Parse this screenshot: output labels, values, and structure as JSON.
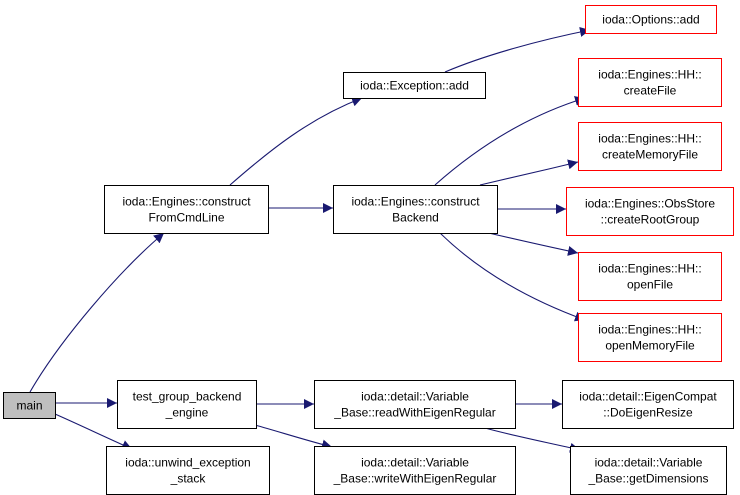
{
  "diagram": {
    "colors": {
      "edge": "#191970",
      "border_normal": "#000000",
      "border_external": "#ff0000",
      "fill_normal": "#ffffff",
      "fill_root": "#bfbfbf",
      "text": "#000000"
    },
    "nodes": [
      {
        "id": "main",
        "lines": [
          "main"
        ],
        "kind": "root"
      },
      {
        "id": "construct_from_cmdline",
        "lines": [
          "ioda::Engines::construct",
          "FromCmdLine"
        ],
        "kind": "normal"
      },
      {
        "id": "test_group_backend_engine",
        "lines": [
          "test_group_backend",
          "_engine"
        ],
        "kind": "normal"
      },
      {
        "id": "unwind_exception_stack",
        "lines": [
          "ioda::unwind_exception",
          "_stack"
        ],
        "kind": "normal"
      },
      {
        "id": "exception_add",
        "lines": [
          "ioda::Exception::add"
        ],
        "kind": "normal"
      },
      {
        "id": "construct_backend",
        "lines": [
          "ioda::Engines::construct",
          "Backend"
        ],
        "kind": "normal"
      },
      {
        "id": "read_with_eigen_regular",
        "lines": [
          "ioda::detail::Variable",
          "_Base::readWithEigenRegular"
        ],
        "kind": "normal"
      },
      {
        "id": "write_with_eigen_regular",
        "lines": [
          "ioda::detail::Variable",
          "_Base::writeWithEigenRegular"
        ],
        "kind": "normal"
      },
      {
        "id": "options_add",
        "lines": [
          "ioda::Options::add"
        ],
        "kind": "external"
      },
      {
        "id": "hh_create_file",
        "lines": [
          "ioda::Engines::HH::",
          "createFile"
        ],
        "kind": "external"
      },
      {
        "id": "hh_create_memory_file",
        "lines": [
          "ioda::Engines::HH::",
          "createMemoryFile"
        ],
        "kind": "external"
      },
      {
        "id": "obsstore_create_root_group",
        "lines": [
          "ioda::Engines::ObsStore",
          "::createRootGroup"
        ],
        "kind": "external"
      },
      {
        "id": "hh_open_file",
        "lines": [
          "ioda::Engines::HH::",
          "openFile"
        ],
        "kind": "external"
      },
      {
        "id": "hh_open_memory_file",
        "lines": [
          "ioda::Engines::HH::",
          "openMemoryFile"
        ],
        "kind": "external"
      },
      {
        "id": "eigen_compat_do_eigen_resize",
        "lines": [
          "ioda::detail::EigenCompat",
          "::DoEigenResize"
        ],
        "kind": "normal"
      },
      {
        "id": "variable_base_get_dimensions",
        "lines": [
          "ioda::detail::Variable",
          "_Base::getDimensions"
        ],
        "kind": "normal"
      }
    ],
    "edges": [
      {
        "from": "main",
        "to": "construct_from_cmdline"
      },
      {
        "from": "main",
        "to": "test_group_backend_engine"
      },
      {
        "from": "main",
        "to": "unwind_exception_stack"
      },
      {
        "from": "construct_from_cmdline",
        "to": "exception_add"
      },
      {
        "from": "construct_from_cmdline",
        "to": "construct_backend"
      },
      {
        "from": "exception_add",
        "to": "options_add"
      },
      {
        "from": "construct_backend",
        "to": "hh_create_file"
      },
      {
        "from": "construct_backend",
        "to": "hh_create_memory_file"
      },
      {
        "from": "construct_backend",
        "to": "obsstore_create_root_group"
      },
      {
        "from": "construct_backend",
        "to": "hh_open_file"
      },
      {
        "from": "construct_backend",
        "to": "hh_open_memory_file"
      },
      {
        "from": "test_group_backend_engine",
        "to": "read_with_eigen_regular"
      },
      {
        "from": "test_group_backend_engine",
        "to": "write_with_eigen_regular"
      },
      {
        "from": "read_with_eigen_regular",
        "to": "eigen_compat_do_eigen_resize"
      },
      {
        "from": "read_with_eigen_regular",
        "to": "variable_base_get_dimensions"
      }
    ]
  }
}
